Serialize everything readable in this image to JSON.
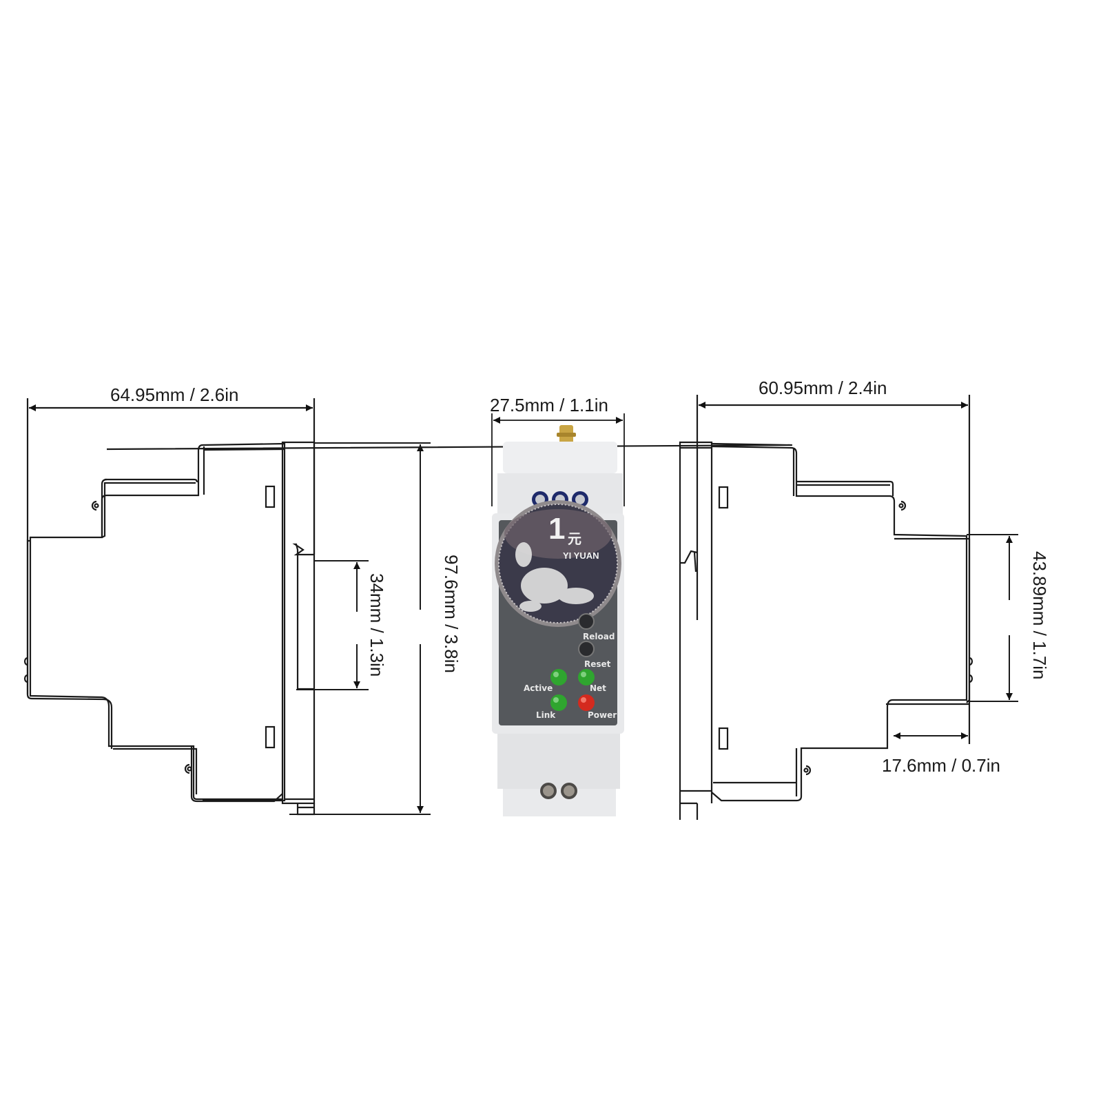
{
  "dimensions": {
    "left_view": {
      "width": "64.95mm / 2.6in",
      "height": "97.6mm / 3.8in",
      "rail_slot": "34mm / 1.3in"
    },
    "front_view": {
      "width": "27.5mm / 1.1in"
    },
    "right_view": {
      "width": "60.95mm / 2.4in",
      "step_height": "43.89mm / 1.7in",
      "step_depth": "17.6mm / 0.7in"
    }
  },
  "device_front": {
    "coin": {
      "numeral": "1",
      "character": "元",
      "caption": "YI YUAN"
    },
    "buttons": [
      {
        "label": "Reload"
      },
      {
        "label": "Reset"
      }
    ],
    "leds": [
      {
        "label": "Active",
        "color": "#2fa52f"
      },
      {
        "label": "Net",
        "color": "#2fa52f"
      },
      {
        "label": "Link",
        "color": "#2fa52f"
      },
      {
        "label": "Power",
        "color": "#d42a1e"
      }
    ],
    "colors": {
      "housing": "#e9eaec",
      "panel": "#55585c",
      "antenna": "#c9a544",
      "terminal_blue": "#1e2a6a"
    }
  }
}
